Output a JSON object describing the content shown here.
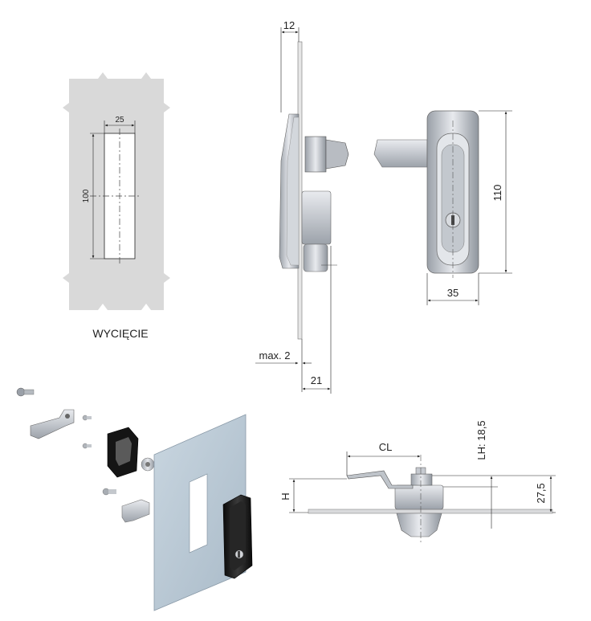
{
  "cutout": {
    "caption": "WYCIĘCIE",
    "width_label": "25",
    "height_label": "100"
  },
  "side_view": {
    "top_dim": "12",
    "panel_thickness_dim": "max. 2",
    "depth_dim": "21"
  },
  "front_view": {
    "height_dim": "110",
    "width_dim": "35"
  },
  "section_view": {
    "cl_label": "CL",
    "lh_label": "LH: 18,5",
    "h_label": "H",
    "total_dim": "27,5"
  },
  "colors": {
    "cutout_fill": "#d9d9d9",
    "line": "#222222",
    "metal": "#c8ccd2",
    "panel": "#b7c6d2",
    "gasket": "#111111"
  }
}
